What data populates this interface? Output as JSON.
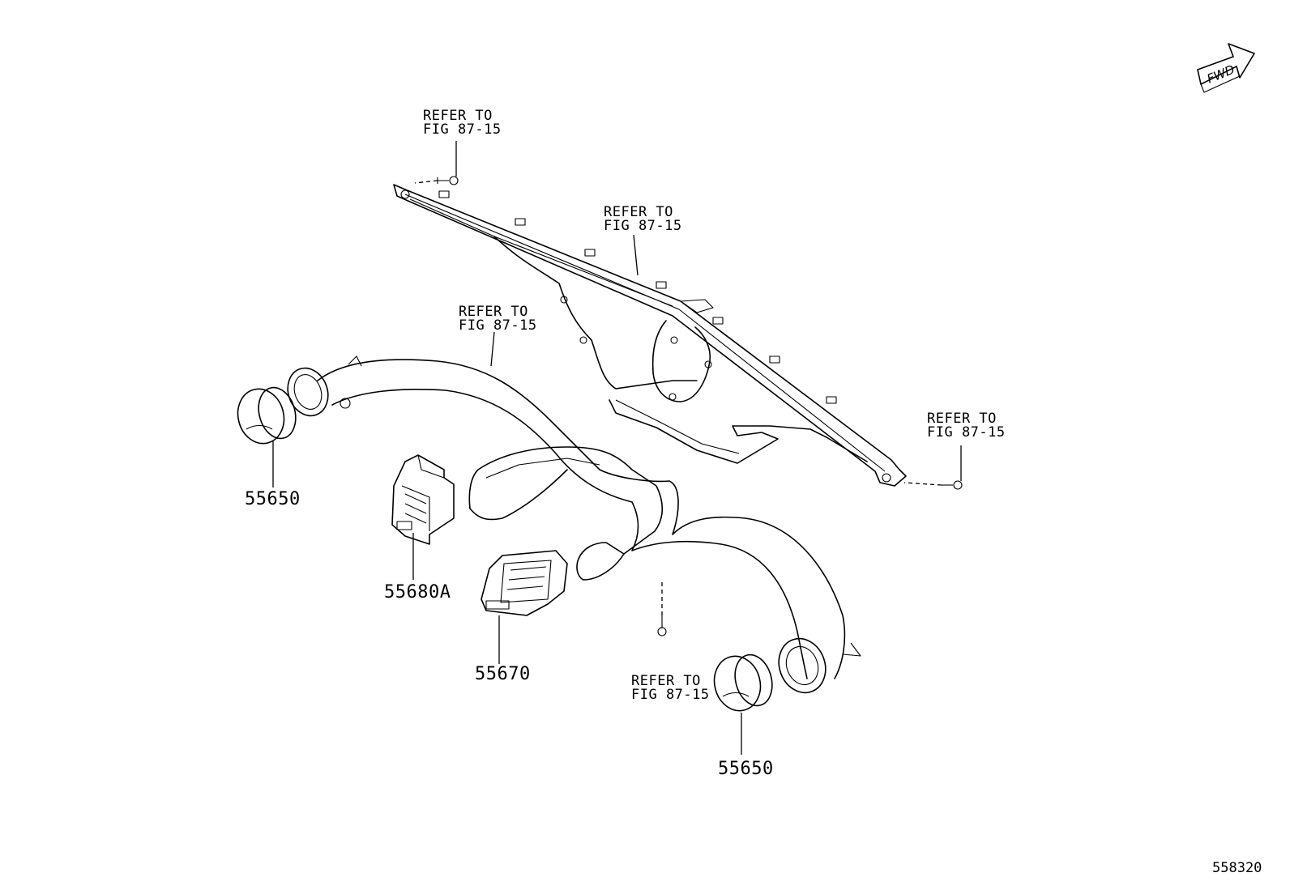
{
  "fwd_label": "FWD",
  "callouts": [
    {
      "text": "REFER TO\nFIG 87-15"
    },
    {
      "text": "REFER TO\nFIG 87-15"
    },
    {
      "text": "REFER TO\nFIG 87-15"
    },
    {
      "text": "REFER TO\nFIG 87-15"
    },
    {
      "text": "REFER TO\nFIG 87-15"
    }
  ],
  "parts": [
    {
      "number": "55650"
    },
    {
      "number": "55680A"
    },
    {
      "number": "55670"
    },
    {
      "number": "55650"
    }
  ],
  "figure_number": "558320"
}
